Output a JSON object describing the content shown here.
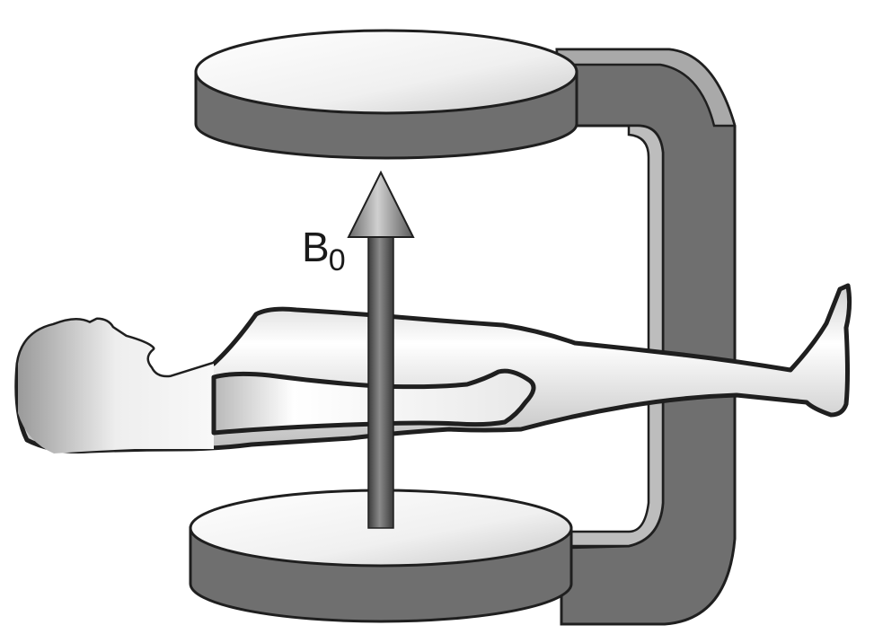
{
  "field_label": {
    "symbol": "B",
    "subscript": "0"
  },
  "colors": {
    "magnet_frame": "#6f6f6f",
    "magnet_frame_light": "#a9a9a9",
    "pole_face": "#f2f2f2",
    "arrow": "#6b6b6b",
    "outline": "#1f1f1f",
    "body_fill": "#eeeeee"
  },
  "icons": {
    "magnet": "c-shaped-open-mri-magnet",
    "patient": "supine-human-silhouette",
    "field_arrow": "upward-vector-arrow"
  }
}
